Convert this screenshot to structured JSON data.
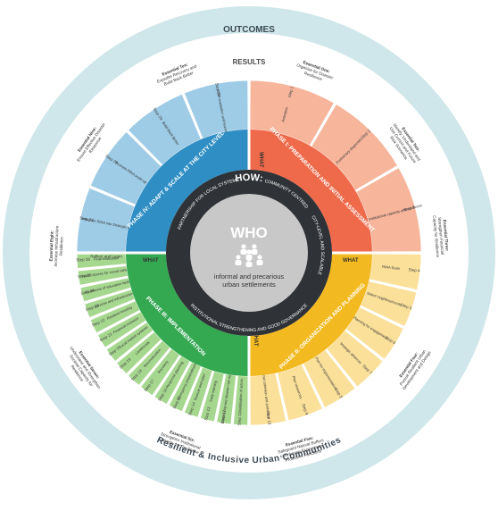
{
  "outer": {
    "top": "OUTCOMES",
    "bottom": "Resilient & Inclusive Urban Communities"
  },
  "results_label": "RESULTS",
  "essentials": {
    "one": "Essential One: Organise for Disaster Resilience",
    "two": "Essential Two: Identify, Understand and Use Current and Future Risk Scenarios",
    "three": "Essential Three: Strengthen Financial Capacity for Resilience",
    "four": "Essential Four: Pursue Resilient Urban Development and Design",
    "five": "Essential Five: Safeguard Natural Buffers to Enhance Ecosystems' Protective Functions",
    "six": "Essential Six: Strengthen Institutional Capacity for Resilience",
    "seven": "Essential Seven: Understand and Strengthen Societal Capacity for Resilience",
    "eight": "Essential Eight: Increase Infrastructure Resilience",
    "nine": "Essential Nine: Ensure Effective Disaster Response",
    "ten": "Essential Ten: Expedite Recovery and Build Back Better"
  },
  "phases": {
    "one": "PHASE I: PREPARATION AND INITIAL ASSESSMENT",
    "two": "PHASE II: ORGANIZATION AND PLANNING",
    "three": "PHASE III: IMPLEMENTATION",
    "four": "PHASE IV: ADAPT & SCALE AT THE CITY LEVEL"
  },
  "steps": {
    "p1": [
      "Step 1",
      "Step 2",
      "Step 3"
    ],
    "p1_labels": [
      "Activation",
      "Preliminary diagnostic",
      "Analysis of institutional capacity and resilience"
    ],
    "p2": [
      "Step 4",
      "Step 5",
      "Step 6",
      "Step 7",
      "Step 8",
      "Step 9",
      "Step 10"
    ],
    "p2_labels": [
      "RINA Team",
      "Select neighbourhoods",
      "Planning for engagement",
      "Strategic alliances",
      "Plan for implementation",
      "Plan resources",
      "Social cohesion and protection"
    ],
    "p3": [
      "Step 11",
      "Step 12",
      "Step 13",
      "Step 14",
      "Step 15",
      "Step 16",
      "Step 17",
      "Step 18",
      "Step 19",
      "Step 20",
      "Step 21",
      "Step 22",
      "Step 23",
      "Step 24",
      "Step 25",
      "Step 26"
    ],
    "p3_labels": [
      "Mobilisation of actors",
      "Community-led disaster risk reduction",
      "Early warning",
      "Rescue and relief",
      "Emergency preparedness",
      "Response planning",
      "Recovery",
      "Reconstruction",
      "Livelihoods",
      "Local market systems",
      "Financial inclusion",
      "Resilient housing",
      "Services and infrastructure",
      "Resilience of education facilities",
      "Public spaces for social cohesion",
      "Final evaluation"
    ],
    "p4": [
      "Step 27",
      "Step 28",
      "Step 29",
      "Step 30"
    ],
    "p4_labels": [
      "Integrate RINA into Strategic Plans",
      "Promote RINA scale-up",
      "Build Back Better",
      "RINA evaluation and learning"
    ],
    "reflect": "Reflect and Learn"
  },
  "how_ring": {
    "how": "HOW:",
    "parts": [
      "COMMUNITY CENTRED",
      "CITY-LEVEL AND SCALABLE",
      "INSTITUTIONAL STRENGTHENING AND GOOD GOVERNANCE",
      "PARTNERSHIP FOR LOCAL SYSTEMS"
    ]
  },
  "center": {
    "title": "WHO",
    "subtitle": "informal and precarious urban settlements"
  },
  "what_labels": [
    "WHAT",
    "WHAT",
    "WHAT",
    "WHAT"
  ],
  "colors": {
    "outer_ring": "#cfe7ea",
    "phase1": "#ef6a4b",
    "phase1_light": "#f7b59c",
    "phase2": "#f3b920",
    "phase2_light": "#fbe09a",
    "phase3": "#35a952",
    "phase3_light": "#a6d78f",
    "phase4": "#2f8ec3",
    "phase4_light": "#9ecbe6",
    "how_ring": "#2f3236",
    "center": "#c8c8c8"
  }
}
